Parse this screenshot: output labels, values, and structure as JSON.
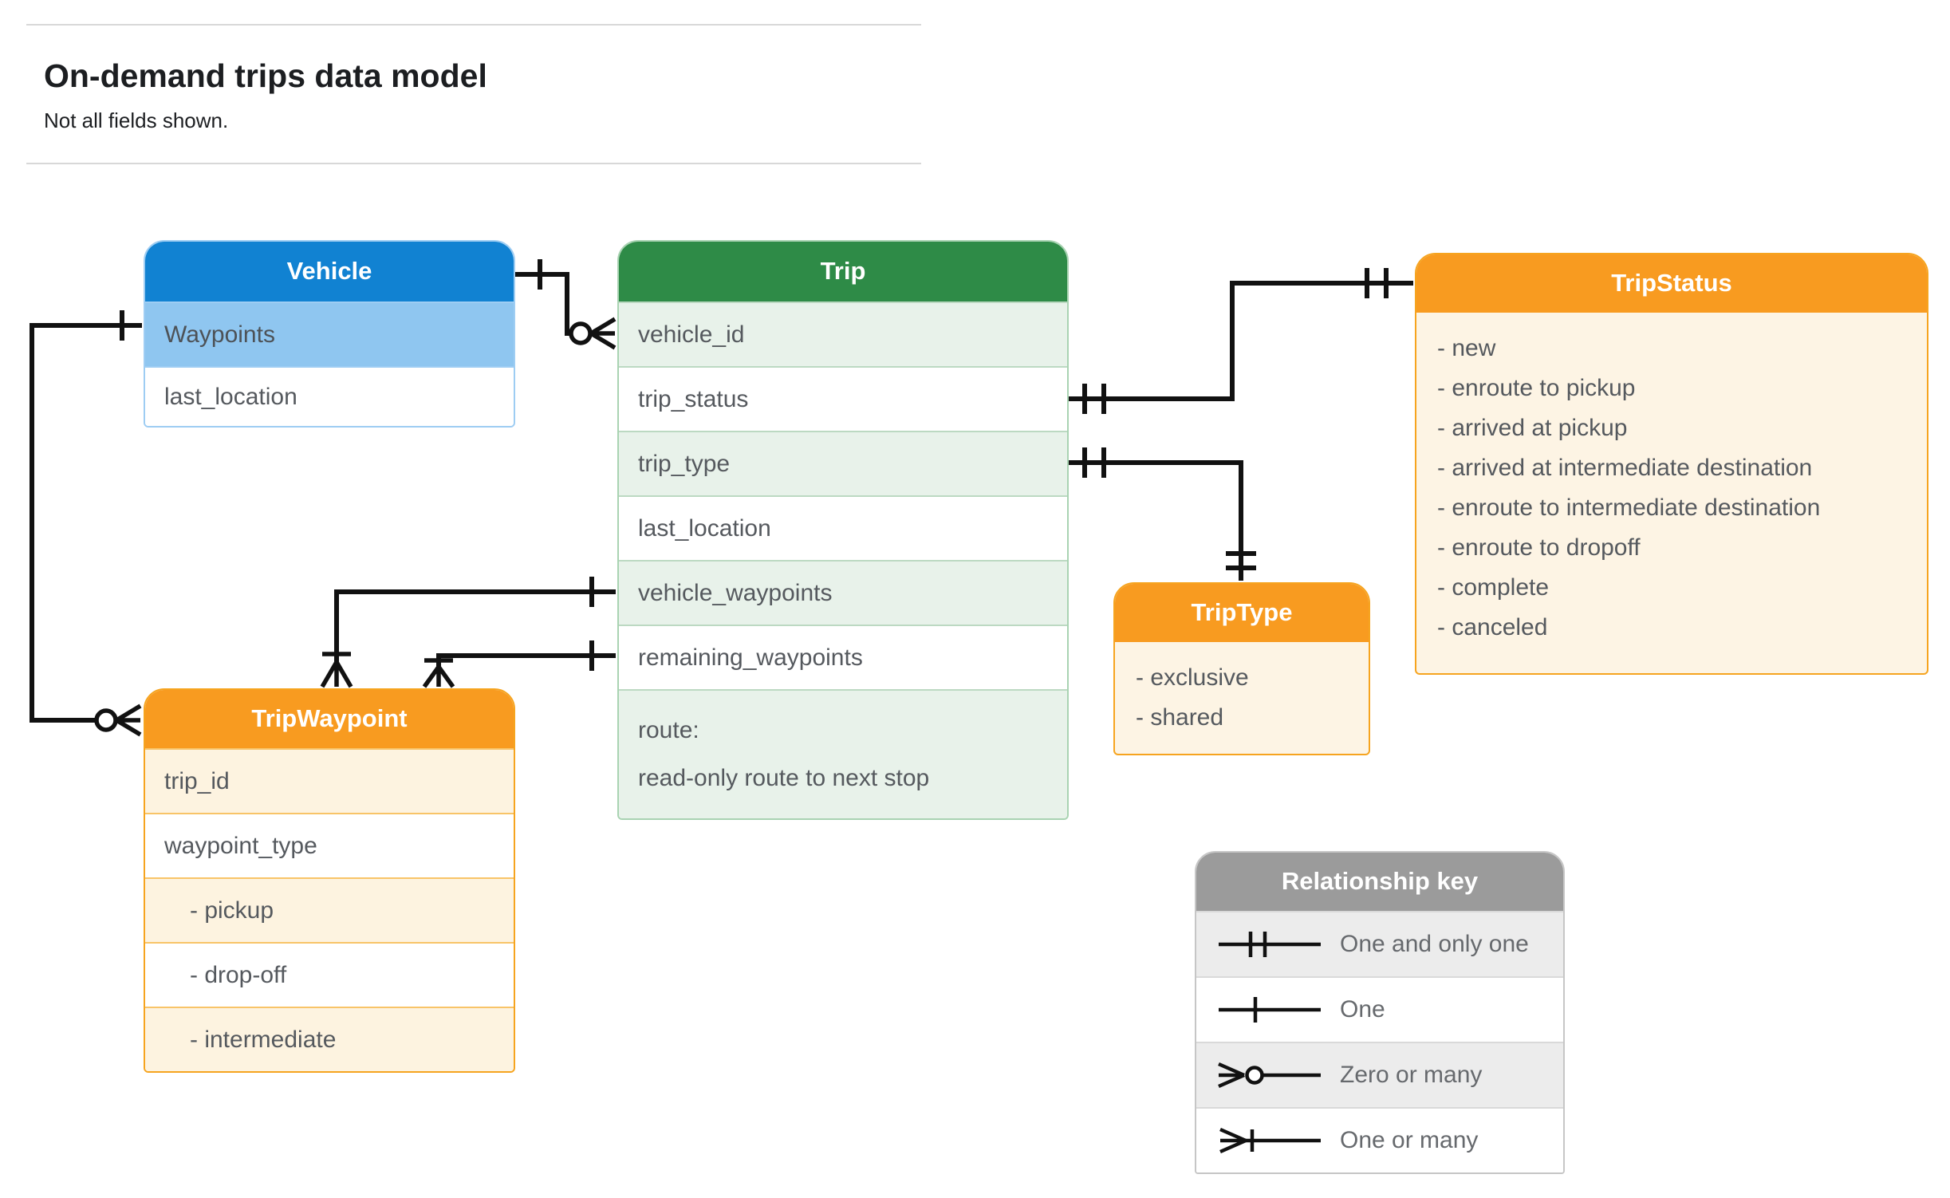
{
  "page": {
    "title": "On-demand trips data model",
    "subtitle": "Not all fields shown."
  },
  "tables": {
    "vehicle": {
      "title": "Vehicle",
      "fields": [
        "Waypoints",
        "last_location"
      ]
    },
    "trip": {
      "title": "Trip",
      "fields": [
        "vehicle_id",
        "trip_status",
        "trip_type",
        "last_location",
        "vehicle_waypoints",
        "remaining_waypoints"
      ],
      "route_line1": "route:",
      "route_line2": "read-only route to next stop"
    },
    "tripStatus": {
      "title": "TripStatus",
      "values": [
        "- new",
        "- enroute to pickup",
        "- arrived at pickup",
        "- arrived at intermediate destination",
        "- enroute to intermediate destination",
        "- enroute to dropoff",
        "- complete",
        "- canceled"
      ]
    },
    "tripType": {
      "title": "TripType",
      "values": [
        "- exclusive",
        "- shared"
      ]
    },
    "tripWaypoint": {
      "title": "TripWaypoint",
      "fields": [
        "trip_id",
        "waypoint_type"
      ],
      "values": [
        "- pickup",
        "- drop-off",
        "- intermediate"
      ]
    }
  },
  "legend": {
    "title": "Relationship key",
    "items": [
      {
        "icon": "one-and-only-one-icon",
        "label": "One and only one"
      },
      {
        "icon": "one-icon",
        "label": "One"
      },
      {
        "icon": "zero-or-many-icon",
        "label": "Zero or many"
      },
      {
        "icon": "one-or-many-icon",
        "label": "One or many"
      }
    ]
  },
  "relationships": [
    {
      "from": "Vehicle",
      "to": "Trip.vehicle_id",
      "from_cardinality": "one",
      "to_cardinality": "zero or many"
    },
    {
      "from": "Vehicle.Waypoints",
      "to": "TripWaypoint",
      "from_cardinality": "one",
      "to_cardinality": "zero or many"
    },
    {
      "from": "Trip.trip_status",
      "to": "TripStatus",
      "from_cardinality": "one and only one",
      "to_cardinality": "one and only one"
    },
    {
      "from": "Trip.trip_type",
      "to": "TripType",
      "from_cardinality": "one and only one",
      "to_cardinality": "one and only one"
    },
    {
      "from": "Trip.vehicle_waypoints",
      "to": "TripWaypoint",
      "from_cardinality": "one",
      "to_cardinality": "one or many"
    },
    {
      "from": "Trip.remaining_waypoints",
      "to": "TripWaypoint",
      "from_cardinality": "one",
      "to_cardinality": "one or many"
    }
  ],
  "colors": {
    "blue_header": "#1182d2",
    "blue_row": "#8fc6f0",
    "green_header": "#2e8b47",
    "green_row": "#e8f2ea",
    "orange_header": "#f89b20",
    "orange_body": "#fdf4e4",
    "gray_header": "#9b9b9b",
    "gray_row": "#ececec",
    "line": "#111111"
  }
}
